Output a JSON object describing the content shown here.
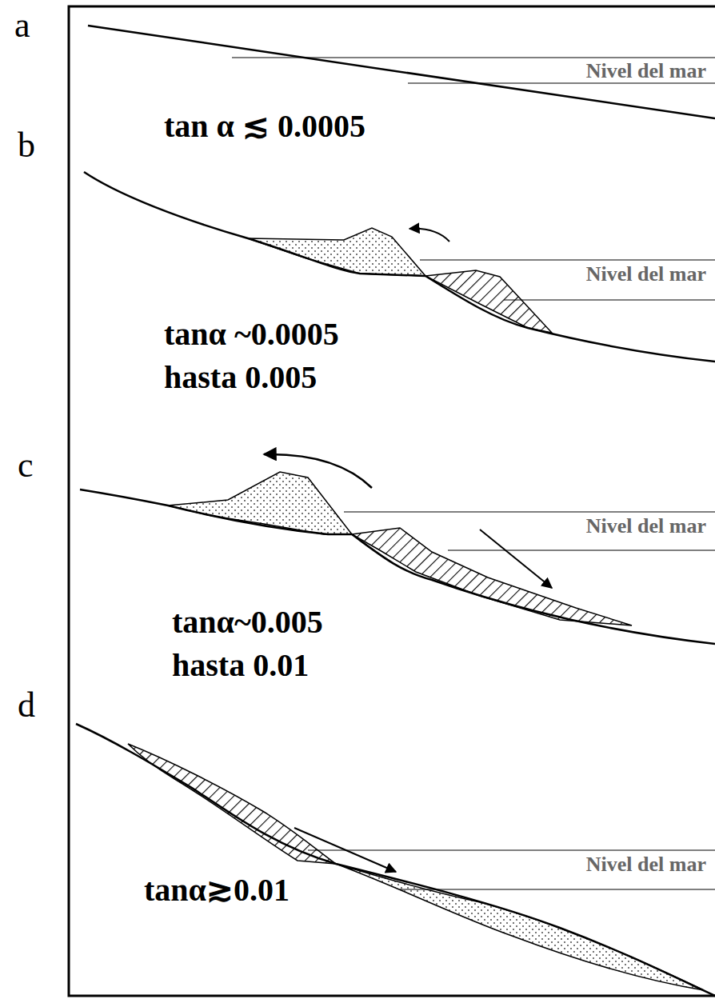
{
  "diagram": {
    "labels": [
      "a",
      "Nivel del mar",
      "tan α ≲ 0.0005",
      "b",
      "Nivel del mar",
      "tanα ~0.0005",
      "hasta 0.005",
      "c",
      "Nivel del mar",
      "tanα~0.005",
      "hasta 0.01",
      "d",
      "Nivel del mar",
      "tanα≳0.01"
    ]
  }
}
